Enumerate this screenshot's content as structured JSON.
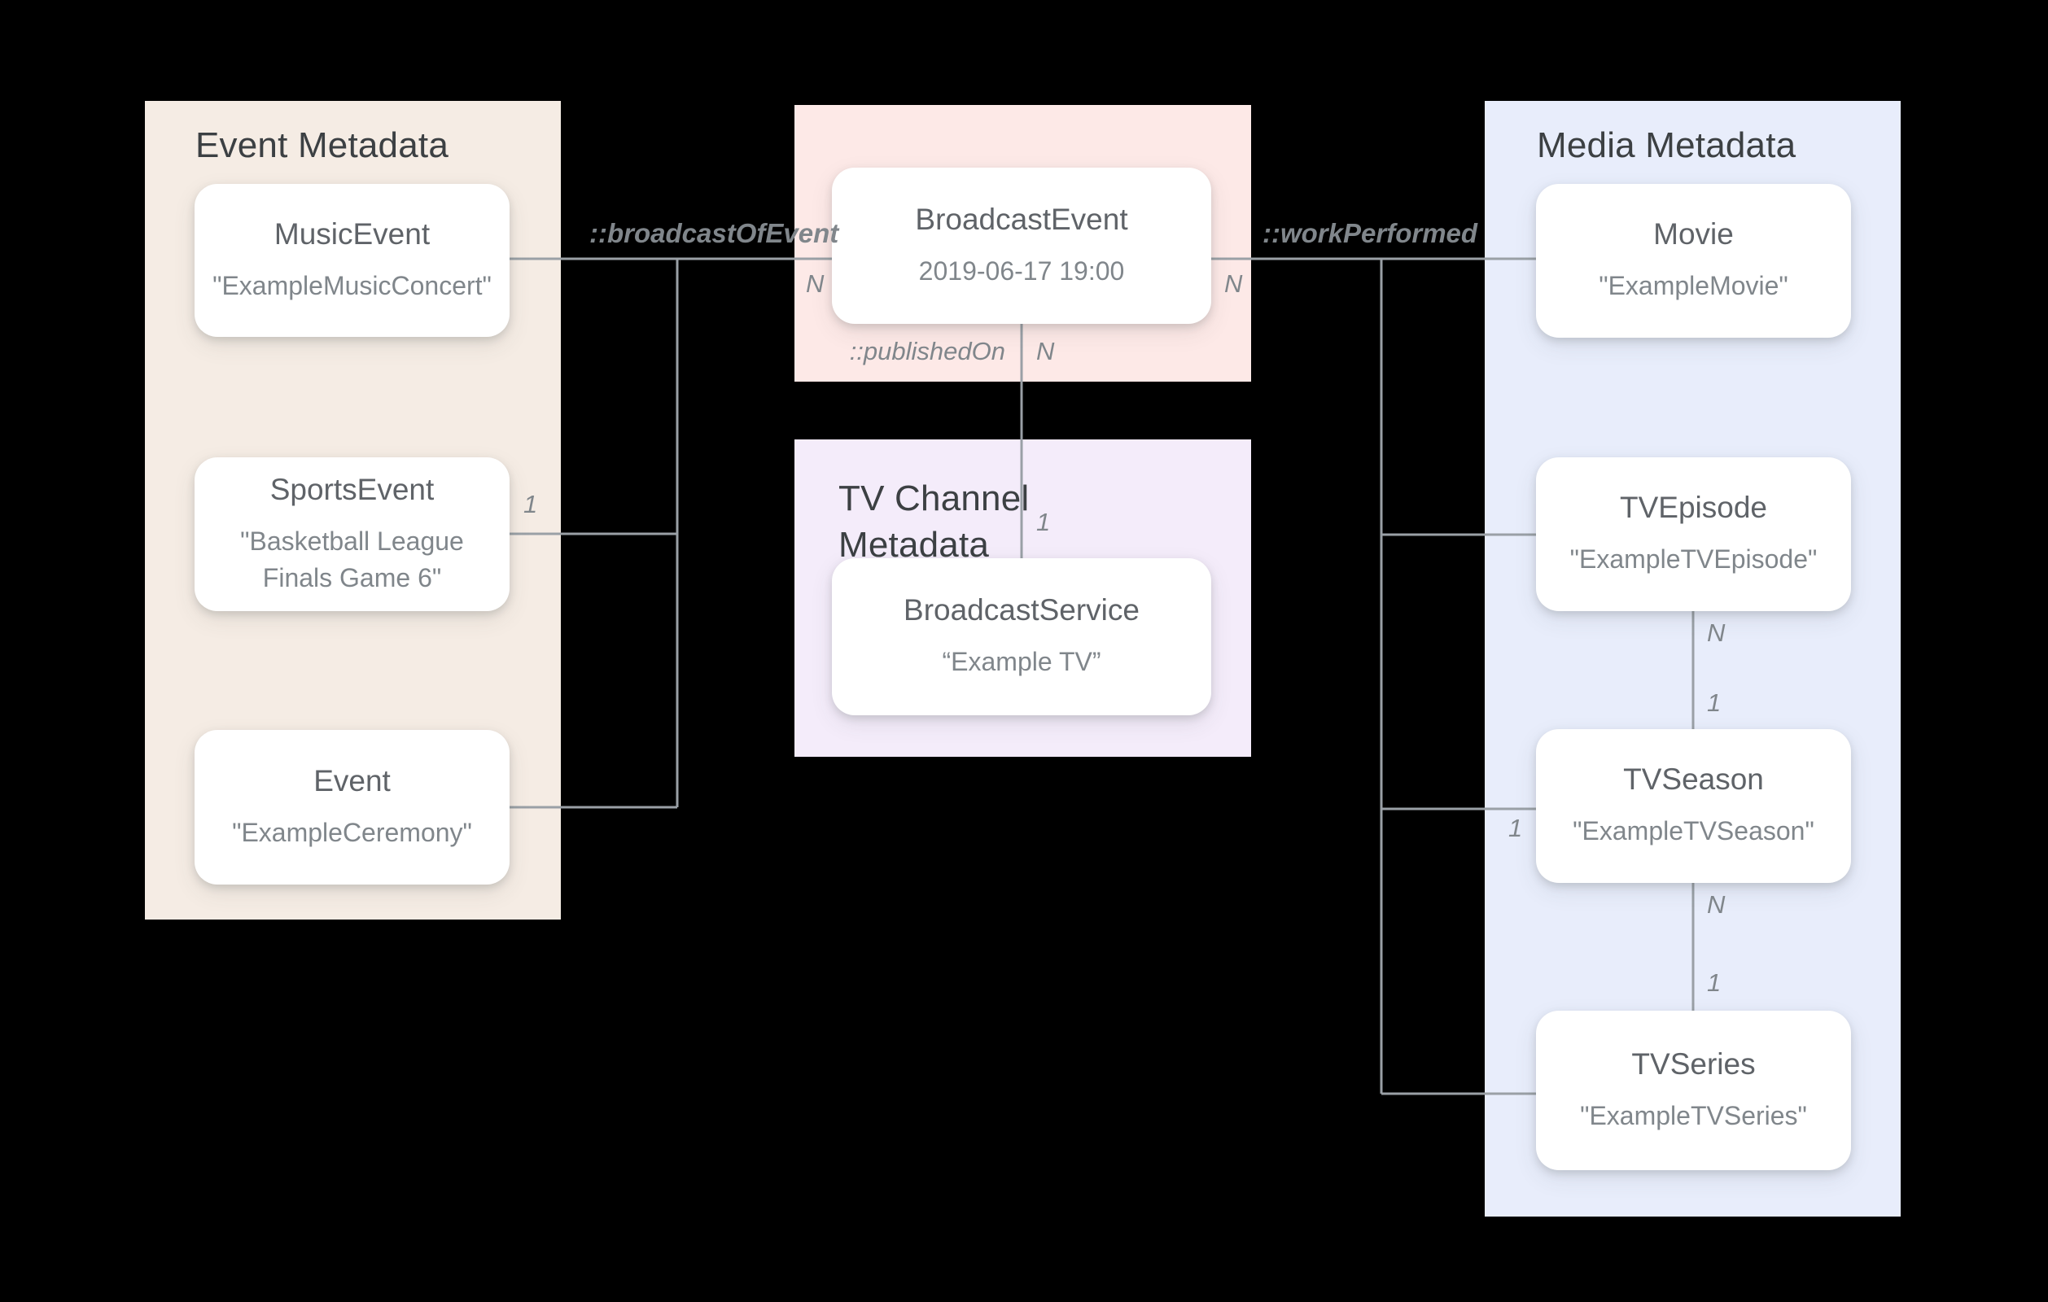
{
  "colors": {
    "background": "#000000",
    "panel_event": "#F5ECE4",
    "panel_broadcast": "#FDE9E7",
    "panel_tv_channel": "#F4ECFA",
    "panel_media": "#E8EDFB",
    "node_bg": "#FFFFFF",
    "line": "#9AA0A6",
    "panel_title_text": "#3C4043",
    "node_title_text": "#5F6368",
    "node_subtitle_text": "#80868B",
    "edge_label_text": "#80868B"
  },
  "panels": {
    "event": {
      "title": "Event Metadata"
    },
    "tv_channel": {
      "title": "TV Channel Metadata"
    },
    "media": {
      "title": "Media Metadata"
    }
  },
  "nodes": {
    "music_event": {
      "title": "MusicEvent",
      "subtitle": "\"ExampleMusicConcert\""
    },
    "sports_event": {
      "title": "SportsEvent",
      "subtitle": "\"Basketball League Finals Game 6\""
    },
    "event": {
      "title": "Event",
      "subtitle": "\"ExampleCeremony\""
    },
    "broadcast_event": {
      "title": "BroadcastEvent",
      "subtitle": "2019-06-17 19:00"
    },
    "broadcast_service": {
      "title": "BroadcastService",
      "subtitle": "“Example TV”"
    },
    "movie": {
      "title": "Movie",
      "subtitle": "\"ExampleMovie\""
    },
    "tv_episode": {
      "title": "TVEpisode",
      "subtitle": "\"ExampleTVEpisode\""
    },
    "tv_season": {
      "title": "TVSeason",
      "subtitle": "\"ExampleTVSeason\""
    },
    "tv_series": {
      "title": "TVSeries",
      "subtitle": "\"ExampleTVSeries\""
    }
  },
  "edge_labels": {
    "broadcast_of_event": "::broadcastOfEvent",
    "work_performed": "::workPerformed",
    "published_on": "::publishedOn",
    "n_broadcast_left": "N",
    "n_broadcast_right": "N",
    "one_sports": "1",
    "n_published_on": "N",
    "one_broadcast_service": "1",
    "one_tv_season_left": "1",
    "n_tv_episode_bottom": "N",
    "one_tv_season_top": "1",
    "n_tv_season_bottom": "N",
    "one_tv_series_top": "1"
  }
}
